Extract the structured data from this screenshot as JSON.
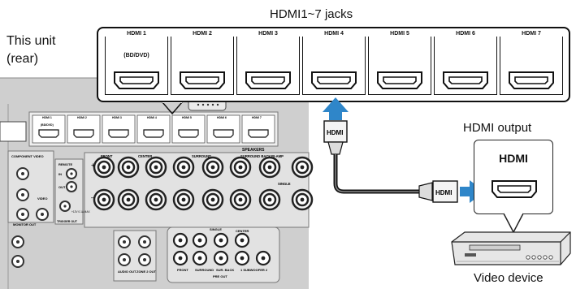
{
  "header": {
    "jacks_title": "HDMI1~7 jacks"
  },
  "unit": {
    "line1": "This unit",
    "line2": "(rear)"
  },
  "panel": {
    "jacks": [
      {
        "label": "HDMI 1",
        "sub": "(BD/DVD)"
      },
      {
        "label": "HDMI 2",
        "sub": ""
      },
      {
        "label": "HDMI 3",
        "sub": ""
      },
      {
        "label": "HDMI 4",
        "sub": ""
      },
      {
        "label": "HDMI 5",
        "sub": ""
      },
      {
        "label": "HDMI 6",
        "sub": ""
      },
      {
        "label": "HDMI 7",
        "sub": ""
      }
    ]
  },
  "rear": {
    "small_jacks": [
      "HDMI 1",
      "HDMI 2",
      "HDMI 3",
      "HDMI 4",
      "HDMI 5",
      "HDMI 6",
      "HDMI 7"
    ],
    "small_sub": "(BD/DVD)",
    "speakers_label": "SPEAKERS",
    "speaker_groups": [
      "FRONT",
      "CENTER",
      "SURROUND",
      "SURROUND BACK",
      "BI-AMP"
    ],
    "single_label": "SINGLE",
    "component_label": "COMPONENT VIDEO",
    "video_label": "VIDEO",
    "monitor_out": "MONITOR OUT",
    "remote_in": "IN",
    "remote_out": "OUT",
    "remote_label": "REMOTE",
    "trigger": "TRIGGER OUT",
    "trigger_spec": "+12V 0.1A MAX",
    "audio_out": "AUDIO OUT",
    "zone2_out": "ZONE 2 OUT",
    "preout_cols": [
      "FRONT",
      "SURROUND",
      "SUR. BACK"
    ],
    "preout_center": "CENTER",
    "preout_single": "SINGLE",
    "subwoofer": "1  SUBWOOFER  2",
    "pre_out": "PRE OUT"
  },
  "cable": {
    "plug_label": "HDMI",
    "plug_label2": "HDMI"
  },
  "device": {
    "output_title": "HDMI output",
    "port_label": "HDMI",
    "name": "Video device"
  },
  "colors": {
    "arrow": "#2f86c9",
    "receiver": "#cdcdcd",
    "cable": "#222222"
  }
}
